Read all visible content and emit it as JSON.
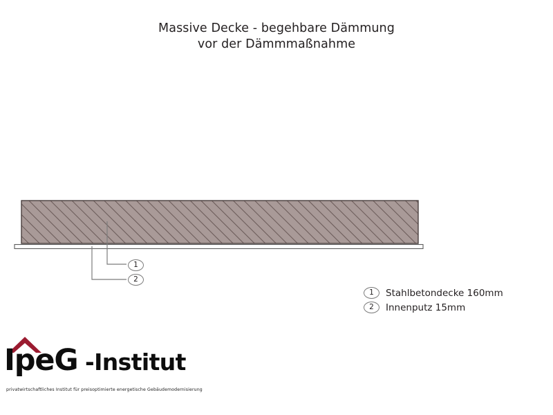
{
  "title": {
    "line1": "Massive Decke - begehbare Dämmung",
    "line2": "vor der Dämmmaßnahme"
  },
  "drawing": {
    "name": "building-section-ceiling",
    "layers": [
      {
        "id": "1",
        "name": "Stahlbetondecke",
        "thickness": "160mm",
        "fill_color": "#a99a98",
        "hatch_color": "#6b5b59",
        "outline_color": "#4a3f3e",
        "hatch_pattern": "diagonal"
      },
      {
        "id": "2",
        "name": "Innenputz",
        "thickness": "15mm",
        "fill_color": "#ffffff",
        "outline_color": "#5b5b5b",
        "hatch_pattern": "solid"
      }
    ],
    "callouts": [
      {
        "id": "1",
        "label": "1"
      },
      {
        "id": "2",
        "label": "2"
      }
    ],
    "leader_color": "#7c7c7c"
  },
  "legend": {
    "items": [
      {
        "marker": "1",
        "label": "Stahlbetondecke 160mm"
      },
      {
        "marker": "2",
        "label": "Innenputz 15mm"
      }
    ]
  },
  "logo": {
    "text_primary": "IpeG",
    "text_secondary": "-Institut",
    "tagline": "privatwirtschaftliches Institut für preisoptimierte energetische Gebäudemodernisierung",
    "roof_color": "#9b1b30",
    "text_color": "#0d0d0d"
  }
}
